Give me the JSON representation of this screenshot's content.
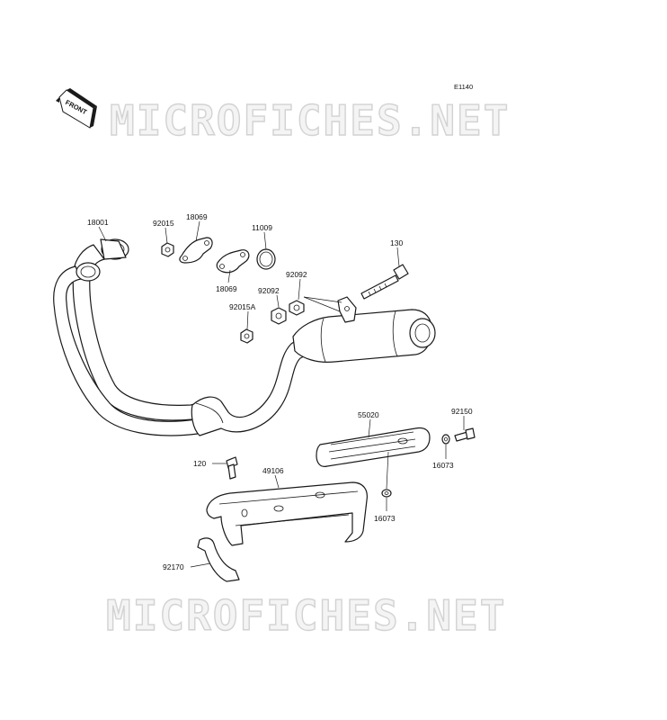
{
  "diagram": {
    "code": "E1140",
    "front_badge": "FRONT",
    "watermark": "MICROFICHES.NET",
    "parts": {
      "p18001": "18001",
      "p92015": "92015",
      "p18069a": "18069",
      "p18069b": "18069",
      "p11009": "11009",
      "p130": "130",
      "p92092a": "92092",
      "p92092b": "92092",
      "p92015A": "92015A",
      "p55020": "55020",
      "p92150": "92150",
      "p16073a": "16073",
      "p120": "120",
      "p49106": "49106",
      "p16073b": "16073",
      "p92170": "92170"
    }
  },
  "colors": {
    "ink": "#1a1a1a",
    "watermark_fill": "#f4f4f4",
    "watermark_stroke": "#d2d2d2"
  }
}
